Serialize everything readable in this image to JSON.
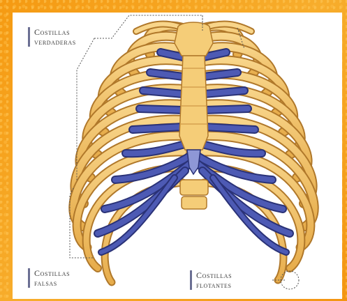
{
  "labels": {
    "true_ribs": {
      "line1": "Costillas",
      "line2": "verdaderas"
    },
    "false_ribs": {
      "line1": "Costillas",
      "line2": "falsas"
    },
    "floating_ribs": {
      "line1": "Costillas",
      "line2": "flotantes"
    }
  },
  "colors": {
    "bone": "#f3c46a",
    "bone_outline": "#b0782a",
    "cartilage": "#4d5ab4",
    "cartilage_outline": "#2a3277",
    "frame": "#f7a21b"
  }
}
